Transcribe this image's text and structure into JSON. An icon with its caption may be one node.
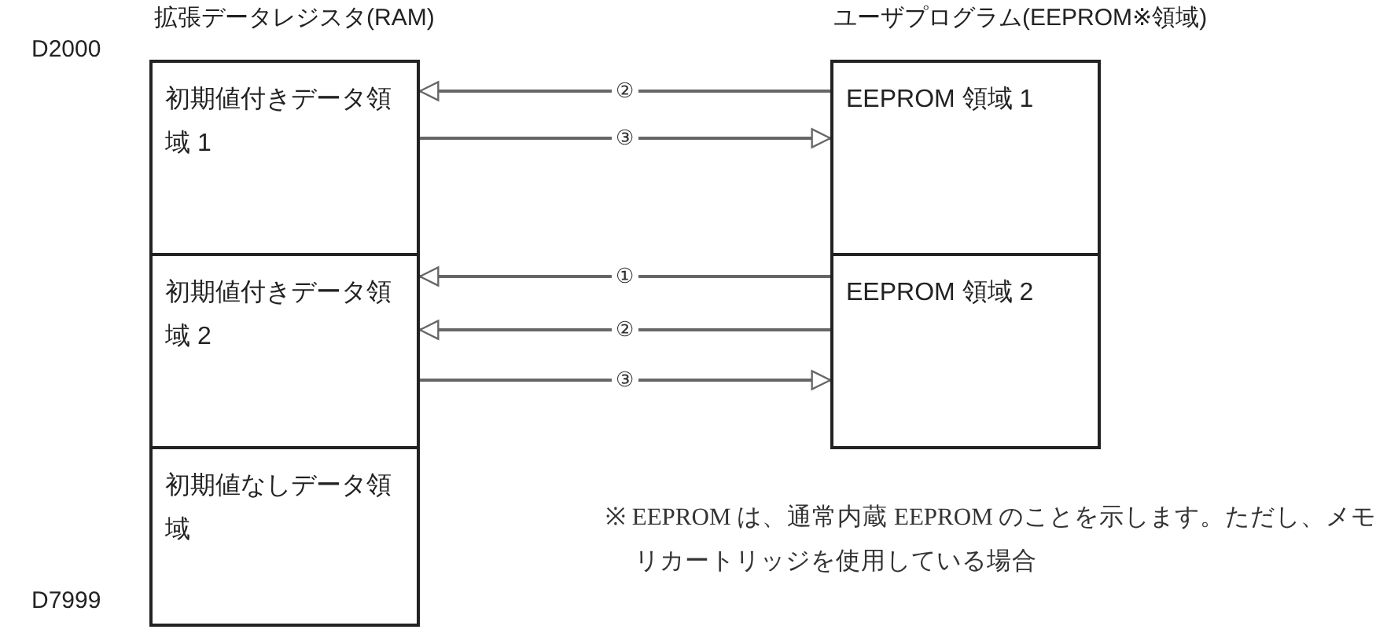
{
  "diagram": {
    "nodes": [
      {
        "text": [
          "初期値付きデータ領域 1"
        ]
      },
      {
        "text": [
          "初期値付きデータ領域 2"
        ]
      },
      {
        "text": [
          "初期値なしデータ領域"
        ]
      },
      {
        "text": [
          "EEPROM 領域 1"
        ]
      },
      {
        "text": [
          "EEPROM 領域 2"
        ]
      }
    ],
    "edges": [
      {
        "from": 3,
        "to": 0,
        "arrow": "to",
        "label": "②"
      },
      {
        "from": 0,
        "to": 3,
        "arrow": "to",
        "label": "③"
      },
      {
        "from": 4,
        "to": 1,
        "arrow": "to",
        "label": "①"
      },
      {
        "from": 4,
        "to": 1,
        "arrow": "to",
        "label": "②"
      },
      {
        "from": 1,
        "to": 4,
        "arrow": "to",
        "label": "③"
      }
    ],
    "labels": [
      "拡張データレジスタ(RAM)",
      "ユーザプログラム(EEPROM※領域)",
      "D2000",
      "D7999",
      "※ EEPROM は、通常内蔵 EEPROM のことを示します。ただし、メモリカートリッジを使用している場合"
    ]
  }
}
